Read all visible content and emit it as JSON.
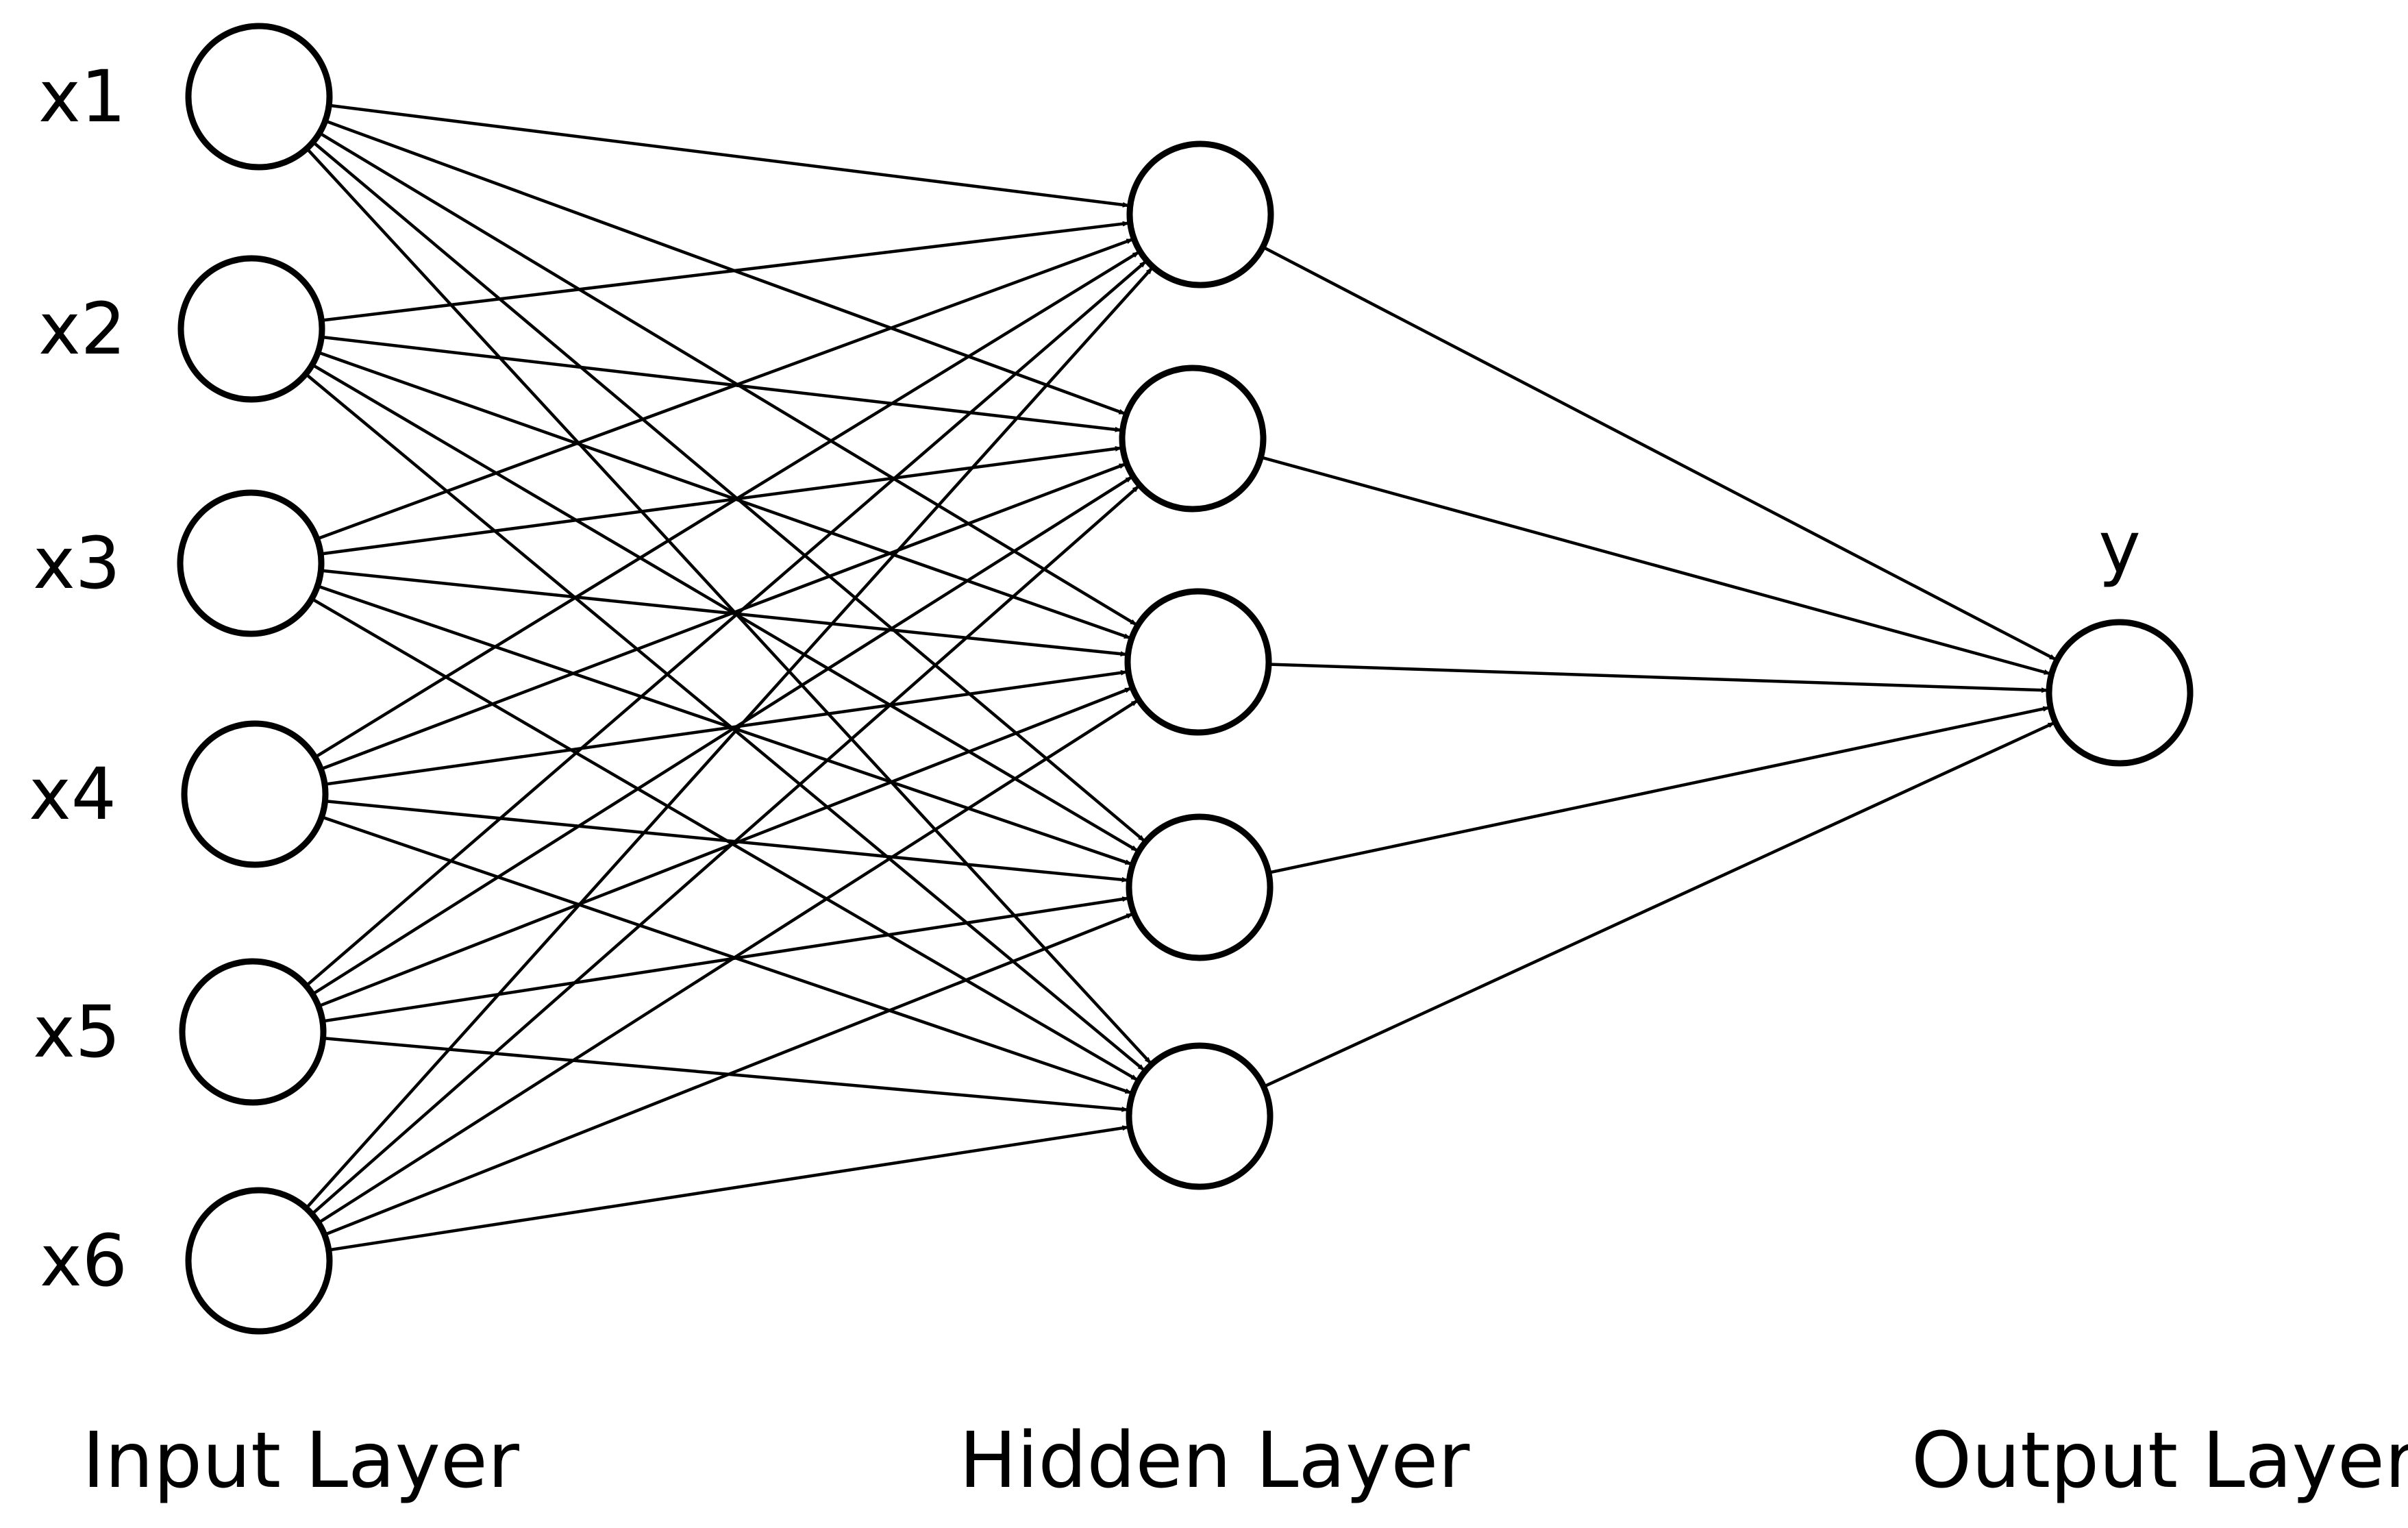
{
  "diagram": {
    "type": "feedforward-neural-network",
    "input_nodes": [
      "x1",
      "x2",
      "x3",
      "x4",
      "x5",
      "x6"
    ],
    "hidden_node_count": 5,
    "output_nodes": [
      "y"
    ],
    "connectivity": "fully-connected",
    "edge_style": "arrow",
    "colors": {
      "stroke": "#000000",
      "background": "#ffffff"
    }
  },
  "layers": {
    "input_label": "Input Layer",
    "hidden_label": "Hidden Layer",
    "output_label": "Output Layer"
  }
}
